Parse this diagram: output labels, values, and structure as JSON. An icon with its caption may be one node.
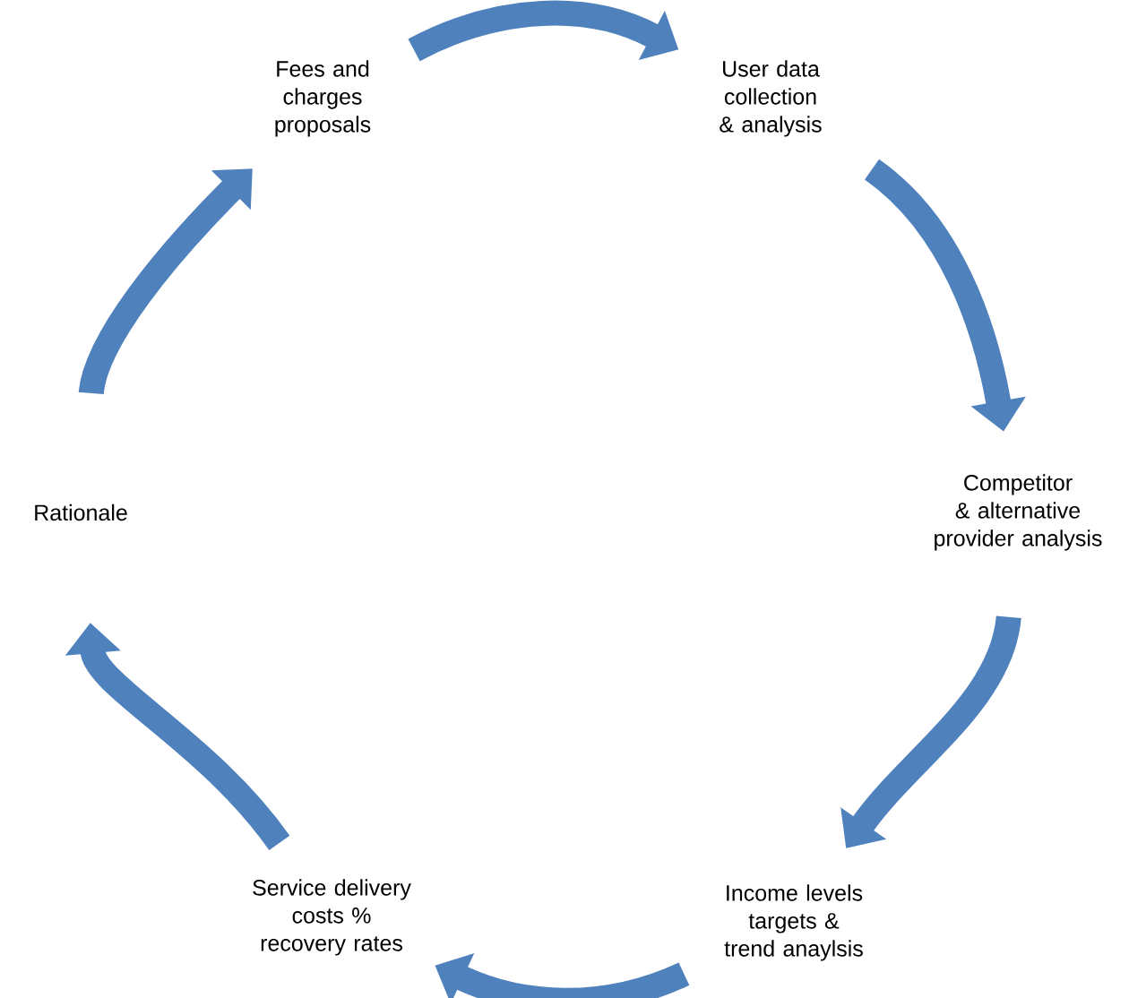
{
  "diagram": {
    "nodes": [
      {
        "text": [
          "Fees and charges proposals"
        ]
      },
      {
        "text": [
          "User data collection & analysis"
        ]
      },
      {
        "text": [
          "Competitor & alternative provider analysis"
        ]
      },
      {
        "text": [
          "Income levels targets & trend anaylsis"
        ]
      },
      {
        "text": [
          "Service delivery costs % recovery rates"
        ]
      },
      {
        "text": [
          "Rationale"
        ]
      }
    ],
    "edges": [
      {
        "from": 0,
        "to": 1,
        "arrow": "to"
      },
      {
        "from": 1,
        "to": 2,
        "arrow": "to"
      },
      {
        "from": 2,
        "to": 3,
        "arrow": "to"
      },
      {
        "from": 3,
        "to": 4,
        "arrow": "to"
      },
      {
        "from": 4,
        "to": 5,
        "arrow": "to"
      },
      {
        "from": 5,
        "to": 0,
        "arrow": "to"
      }
    ]
  }
}
